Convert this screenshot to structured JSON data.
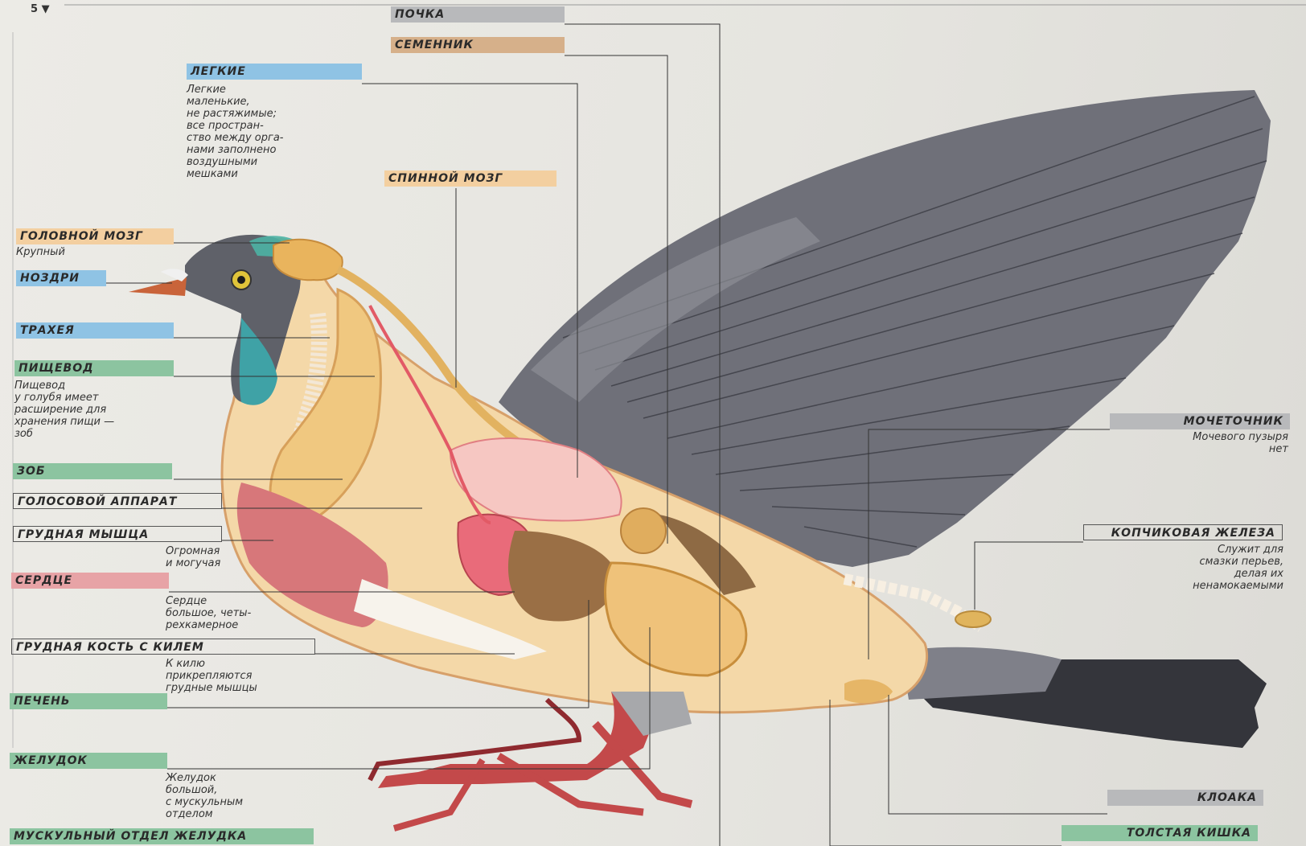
{
  "page_number": "5",
  "colors": {
    "blue": "#8fc3e4",
    "gray": "#b8b9bb",
    "tan": "#d6b08a",
    "peach": "#f3cfa0",
    "green": "#8cc4a0",
    "pink": "#e7a3a6",
    "outline": "#555555"
  },
  "labels": {
    "pochka": "ПОЧКА",
    "semennik": "СЕМЕННИК",
    "legkie": "ЛЕГКИЕ",
    "spinnoy_mozg": "СПИННОЙ МОЗГ",
    "golovnoy_mozg": "ГОЛОВНОЙ МОЗГ",
    "nozdri": "НОЗДРИ",
    "traheya": "ТРАХЕЯ",
    "pishchevod": "ПИЩЕВОД",
    "zob": "ЗОБ",
    "golosovoy_apparat": "ГОЛОСОВОЙ АППАРАТ",
    "grudnaya_myshca": "ГРУДНАЯ МЫШЦА",
    "serdce": "СЕРДЦЕ",
    "grudnaya_kost": "ГРУДНАЯ КОСТЬ С КИЛЕМ",
    "pechen": "ПЕЧЕНЬ",
    "zheludok": "ЖЕЛУДОК",
    "muskulny_otdel": "МУСКУЛЬНЫЙ ОТДЕЛ ЖЕЛУДКА",
    "mochetochnik": "МОЧЕТОЧНИК",
    "kopchikovaya": "КОПЧИКОВАЯ ЖЕЛЕЗА",
    "kloaka": "КЛОАКА",
    "tolstaya_kishka": "ТОЛСТАЯ КИШКА"
  },
  "descriptions": {
    "legkie": "Легкие\nмаленькие,\nне растяжимые;\nвсе простран-\nство между орга-\nнами заполнено\nвоздушными\nмешками",
    "golovnoy_mozg": "Крупный",
    "pishchevod": "Пищевод\nу голубя имеет\nрасширение для\nхранения пищи —\nзоб",
    "grudnaya_myshca": "Огромная\nи могучая",
    "serdce": "Сердце\nбольшое, четы-\nрехкамерное",
    "grudnaya_kost": "К килю\nприкрепляются\nгрудные мышцы",
    "zheludok": "Желудок\nбольшой,\nс мускульным\nотделом",
    "mochetochnik": "Мочевого пузыря\nнет",
    "kopchikovaya": "Служит для\nсмазки перьев,\nделая их\nненамокаемыми"
  }
}
